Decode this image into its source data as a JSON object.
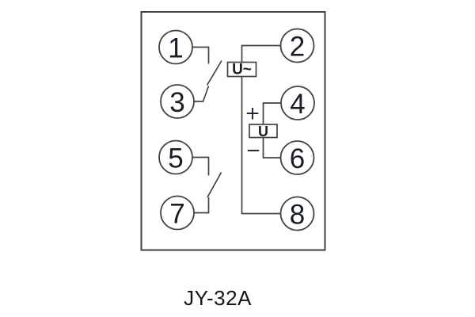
{
  "figure": {
    "caption": "JY-32A",
    "pins": [
      "1",
      "2",
      "3",
      "4",
      "5",
      "6",
      "7",
      "8"
    ],
    "ac_voltage_label": "U~",
    "dc_voltage_label": "U",
    "polarity": {
      "plus": "+",
      "minus": "−"
    }
  },
  "colors": {
    "line": "#424242",
    "text": "#1a1d26",
    "background": "#ffffff"
  }
}
